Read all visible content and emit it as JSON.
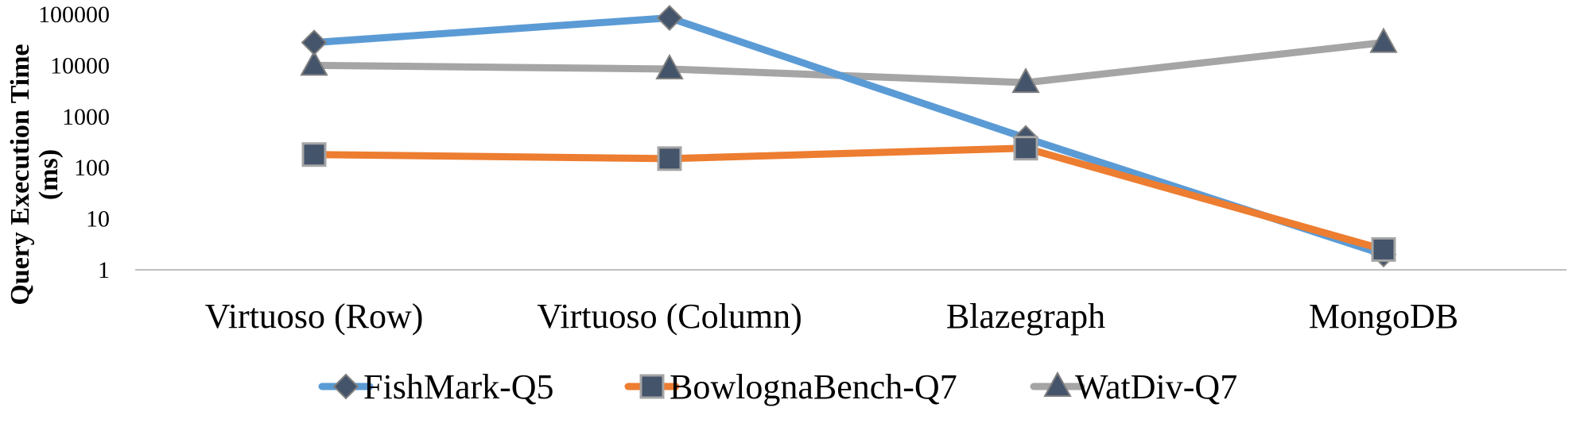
{
  "chart_data": {
    "type": "line",
    "title": "",
    "xlabel": "",
    "ylabel_lines": [
      "Query Execution Time",
      "(ms)"
    ],
    "yscale": "log",
    "ylim": [
      1,
      100000
    ],
    "y_ticks": [
      "1",
      "10",
      "100",
      "1000",
      "10000",
      "100000"
    ],
    "y_tick_values": [
      1,
      10,
      100,
      1000,
      10000,
      100000
    ],
    "categories": [
      "Virtuoso (Row)",
      "Virtuoso (Column)",
      "Blazegraph",
      "MongoDB"
    ],
    "grid": false,
    "legend_position": "bottom",
    "series": [
      {
        "name": "FishMark-Q5",
        "color": "#5B9BD5",
        "marker": "diamond",
        "values": [
          28000,
          85000,
          380,
          2
        ]
      },
      {
        "name": "BowlognaBench-Q7",
        "color": "#ED7D31",
        "marker": "square",
        "values": [
          180,
          150,
          240,
          2.5
        ]
      },
      {
        "name": "WatDiv-Q7",
        "color": "#A5A5A5",
        "marker": "triangle",
        "values": [
          10000,
          8500,
          4600,
          28000
        ]
      }
    ],
    "marker_fill": "#44546A",
    "axis_color": "#BFBFBF"
  }
}
